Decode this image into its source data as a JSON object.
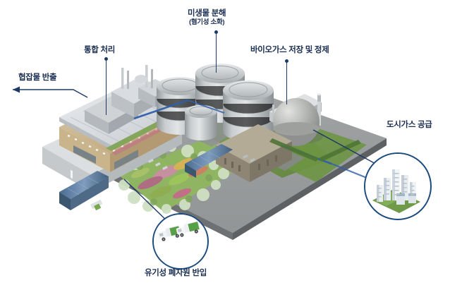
{
  "diagram": {
    "title_alt": "Organic waste-to-biogas integrated treatment facility bird's-eye rendering",
    "background_color": "#ffffff",
    "label_color": "#1b2f52",
    "leader_color": "#1b3a63",
    "badge_ring_color": "#1b4a7e",
    "pipe_color": "#2f5fa8"
  },
  "labels": {
    "contaminant_export": {
      "line1": "협잡물 반출"
    },
    "integrated_treatment": {
      "line1": "통합 처리"
    },
    "microbial_decomposition": {
      "line1": "미생물 분해",
      "line2": "(혐기성 소화)"
    },
    "biogas_storage": {
      "line1": "바이오가스 저장 및 정제"
    },
    "city_gas_supply": {
      "line1": "도시가스 공급"
    },
    "organic_waste_intake": {
      "line1": "유기성 폐자원 반입"
    }
  },
  "callouts": [
    {
      "id": "city-gas",
      "icon": "city-skyline-icon",
      "label": "도시가스 공급"
    },
    {
      "id": "waste-intake",
      "icon": "garbage-truck-icon",
      "label": "유기성 폐자원 반입"
    }
  ],
  "scene": {
    "ground": {
      "color": "#6f7478",
      "name": "site-ground-plane"
    },
    "features": [
      {
        "name": "administration-building",
        "color": "#d8cbb2"
      },
      {
        "name": "pretreatment-plant",
        "color": "#b9bcc0"
      },
      {
        "name": "digester-tank-1",
        "color": "#b3b6b8"
      },
      {
        "name": "digester-tank-2",
        "color": "#b3b6b8"
      },
      {
        "name": "digester-tank-3",
        "color": "#b3b6b8"
      },
      {
        "name": "digester-tank-4-small",
        "color": "#bcbfc1"
      },
      {
        "name": "spherical-gas-holder",
        "color": "#9ea09f"
      },
      {
        "name": "flare-stack",
        "color": "#c9ccce"
      },
      {
        "name": "machine-hall",
        "color": "#9c9484"
      },
      {
        "name": "solar-canopy",
        "color": "#5f7ea6"
      },
      {
        "name": "landscaped-garden",
        "color": "#8fb45e"
      },
      {
        "name": "lawn-area",
        "color": "#6f9b4a"
      },
      {
        "name": "biogas-pipeline",
        "color": "#2f5fa8"
      }
    ]
  }
}
